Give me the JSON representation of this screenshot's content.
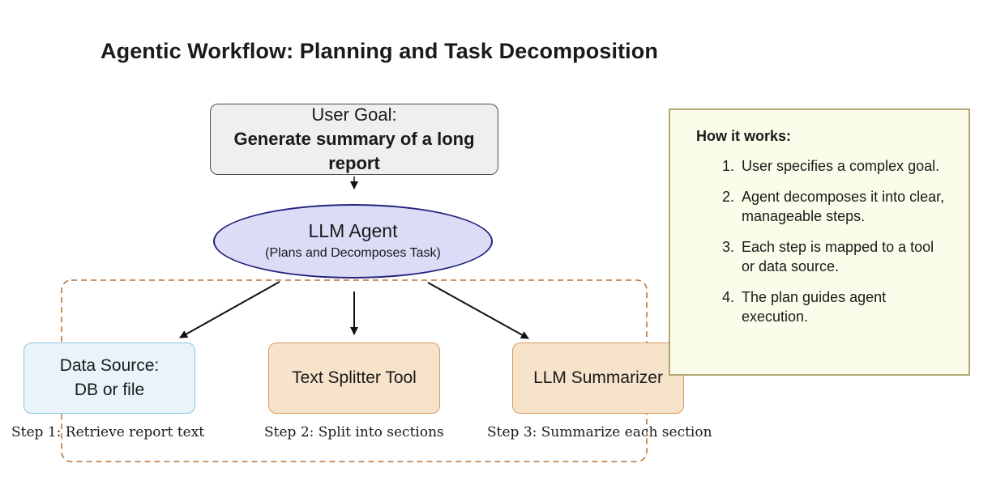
{
  "title": "Agentic Workflow: Planning and Task Decomposition",
  "goal": {
    "line1": "User Goal:",
    "line2": "Generate summary of a long report"
  },
  "agent": {
    "line1": "LLM Agent",
    "line2": "(Plans and Decomposes Task)"
  },
  "tools": [
    {
      "line1": "Data Source:",
      "line2": "DB or file",
      "fill": "#e8f4fa",
      "stroke": "#8fc4dd"
    },
    {
      "line1": "Text Splitter Tool",
      "fill": "#f7e2ca",
      "stroke": "#d79b61"
    },
    {
      "line1": "LLM Summarizer",
      "fill": "#f7e2ca",
      "stroke": "#d79b61"
    }
  ],
  "steps": [
    "Step 1: Retrieve report text",
    "Step 2: Split into sections",
    "Step 3: Summarize each section"
  ],
  "panel": {
    "heading": "How it works:",
    "items": [
      "User specifies a complex goal.",
      "Agent decomposes it into clear, manageable steps.",
      "Each step is mapped to a tool or data source.",
      "The plan guides agent execution."
    ]
  },
  "colors": {
    "agent_fill": "#dcdcf7",
    "agent_stroke": "#24247f",
    "group_outline": "#b8743a",
    "panel_fill": "#fcfcea"
  }
}
